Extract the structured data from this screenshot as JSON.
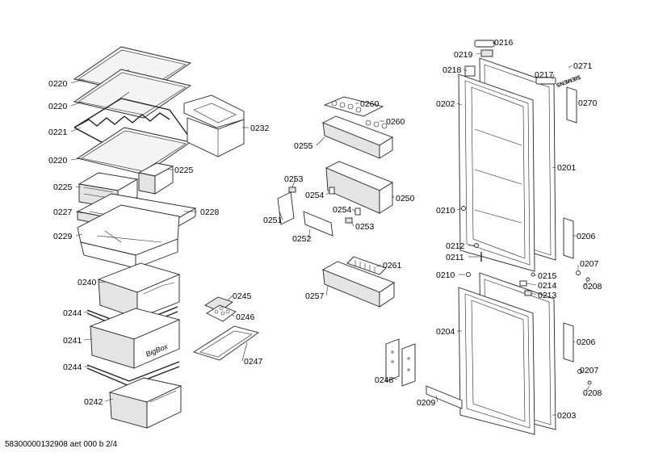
{
  "footer": "58300000132908 aet 000 b 2/4",
  "brand_mark": "SIEMENS",
  "bigbox_mark": "BigBox",
  "labels": {
    "l0220a": "0220",
    "l0220b": "0220",
    "l0221": "0221",
    "l0220c": "0220",
    "l0232": "0232",
    "l0225a": "0225",
    "l0225b": "0225",
    "l0227": "0227",
    "l0228": "0228",
    "l0229": "0229",
    "l0240": "0240",
    "l0244a": "0244",
    "l0241": "0241",
    "l0244b": "0244",
    "l0242": "0242",
    "l0245": "0245",
    "l0246": "0246",
    "l0247": "0247",
    "l0260a": "0260",
    "l0260b": "0260",
    "l0255": "0255",
    "l0253a": "0253",
    "l0254a": "0254",
    "l0250": "0250",
    "l0251": "0251",
    "l0254b": "0254",
    "l0253b": "0253",
    "l0252": "0252",
    "l0261": "0261",
    "l0257": "0257",
    "l0216": "0216",
    "l0219": "0219",
    "l0218": "0218",
    "l0271": "0271",
    "l0217": "0217",
    "l0202": "0202",
    "l0270": "0270",
    "l0201": "0201",
    "l0210a": "0210",
    "l0206a": "0206",
    "l0212": "0212",
    "l0211": "0211",
    "l0207a": "0207",
    "l0208a": "0208",
    "l0210b": "0210",
    "l0215": "0215",
    "l0214": "0214",
    "l0213": "0213",
    "l0204": "0204",
    "l0206b": "0206",
    "l0248": "0248",
    "l0207b": "0207",
    "l0208b": "0208",
    "l0209": "0209",
    "l0203": "0203"
  }
}
